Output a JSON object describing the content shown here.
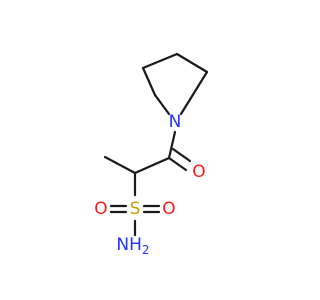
{
  "molecule": {
    "atoms": {
      "nitrogen_ring": {
        "label": "N",
        "color": "#2233ff"
      },
      "oxygen_carbonyl": {
        "label": "O",
        "color": "#ff1a1a"
      },
      "sulfur": {
        "label": "S",
        "color": "#c8a000"
      },
      "oxygen_sulfonyl_left": {
        "label": "O",
        "color": "#ff1a1a"
      },
      "oxygen_sulfonyl_right": {
        "label": "O",
        "color": "#ff1a1a"
      },
      "amine": {
        "label": "NH",
        "color": "#2233ff"
      },
      "amine_subscript": {
        "label": "2",
        "color": "#2233ff"
      }
    },
    "bond_color": "#1a1a1a"
  }
}
